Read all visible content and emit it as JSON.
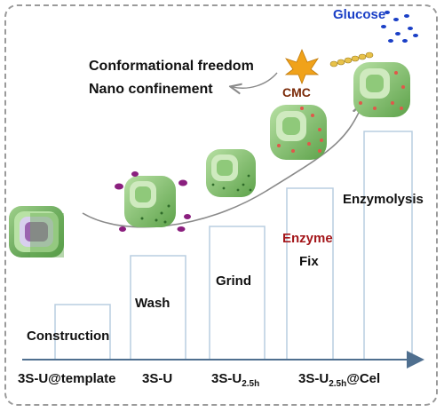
{
  "notes": {
    "line1": "Conformational freedom",
    "line2": "Nano confinement"
  },
  "cmc": "CMC",
  "glucose": "Glucose",
  "steps": {
    "construction": "Construction",
    "wash": "Wash",
    "grind": "Grind",
    "enzyme": "Enzyme",
    "fix": "Fix",
    "enzymolysis": "Enzymolysis"
  },
  "axis": {
    "t1": "3S-U@template",
    "t2": "3S-U",
    "t3_base": "3S-U",
    "t3_sub": "2.5h",
    "t4_base": "3S-U",
    "t4_sub": "2.5h",
    "t4_tail": "@Cel"
  },
  "colors": {
    "bar_outline": "#b9cde0",
    "axis": "#4f6f8f",
    "glucose": "#1a3fc6",
    "enzyme_text": "#a4161a",
    "cmc_text": "#7a2a08",
    "shell_green": "#8fc97a",
    "core_purple": "#9b64b0",
    "enzyme_dot": "#e0584a",
    "leaf": "#f0a21a"
  }
}
